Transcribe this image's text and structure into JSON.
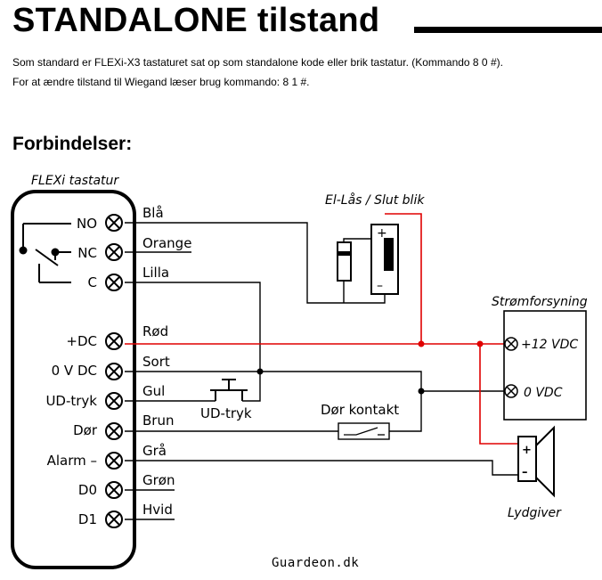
{
  "title": "STANDALONE tilstand",
  "intro": {
    "line1": "Som standard er FLEXi-X3 tastaturet sat op som standalone kode eller brik tastatur. (Kommando 8 0 #).",
    "line2": "For at ændre tilstand til Wiegand læser brug kommando: 8 1 #."
  },
  "section_heading": "Forbindelser:",
  "diagram": {
    "keypad_label": "FLEXi tastatur",
    "terminals": [
      "NO",
      "NC",
      "C",
      "+DC",
      "0 V DC",
      "UD-tryk",
      "Dør",
      "Alarm –",
      "D0",
      "D1"
    ],
    "wires": [
      "Blå",
      "Orange",
      "Lilla",
      "Rød",
      "Sort",
      "Gul",
      "Brun",
      "Grå",
      "Grøn",
      "Hvid"
    ],
    "lock_label": "El-Lås / Slut blik",
    "lock_plus": "+",
    "lock_minus": "–",
    "psu_label": "Strømforsyning",
    "psu_plus": "+12 VDC",
    "psu_zero": "0 VDC",
    "button_label": "UD-tryk",
    "door_contact_label": "Dør kontakt",
    "siren_label": "Lydgiver",
    "siren_plus": "+",
    "siren_minus": "–",
    "colors": {
      "wire": "#000000",
      "power": "#e00000"
    }
  },
  "footer": "Guardeon.dk"
}
